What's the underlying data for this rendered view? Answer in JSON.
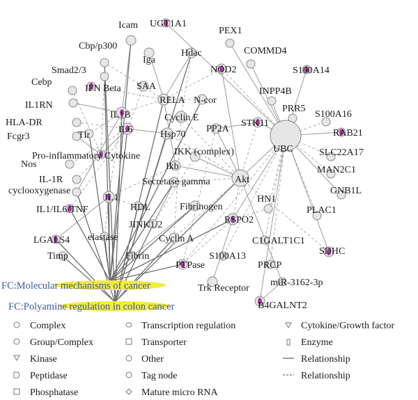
{
  "nodes": [
    {
      "id": "icam",
      "label": "Icam"
    },
    {
      "id": "ugt1a1",
      "label": "UGT1A1"
    },
    {
      "id": "pex1",
      "label": "PEX1"
    },
    {
      "id": "cbp",
      "label": "Cbp/p300"
    },
    {
      "id": "hdac",
      "label": "Hdac"
    },
    {
      "id": "commd4",
      "label": "COMMD4"
    },
    {
      "id": "iga",
      "label": "Iga"
    },
    {
      "id": "smad",
      "label": "Smad2/3"
    },
    {
      "id": "nod2",
      "label": "NOD2"
    },
    {
      "id": "s100a14",
      "label": "S100A14"
    },
    {
      "id": "cebp",
      "label": "Cebp"
    },
    {
      "id": "ifnb",
      "label": "IFN Beta"
    },
    {
      "id": "saa",
      "label": "SAA"
    },
    {
      "id": "inpp4b",
      "label": "INPP4B"
    },
    {
      "id": "il1rn",
      "label": "IL1RN"
    },
    {
      "id": "rela",
      "label": "RELA"
    },
    {
      "id": "ncor",
      "label": "N-cor"
    },
    {
      "id": "prr5",
      "label": "PRR5"
    },
    {
      "id": "s100a16",
      "label": "S100A16"
    },
    {
      "id": "il1b",
      "label": "IL1B"
    },
    {
      "id": "hladr",
      "label": "HLA-DR"
    },
    {
      "id": "cycline",
      "label": "Cyclin E"
    },
    {
      "id": "stk11",
      "label": "STK11"
    },
    {
      "id": "rab21",
      "label": "RAB21"
    },
    {
      "id": "fcgr3",
      "label": "Fcgr3"
    },
    {
      "id": "tlr",
      "label": "Tlr"
    },
    {
      "id": "il6",
      "label": "IL6"
    },
    {
      "id": "hsp70",
      "label": "Hsp70"
    },
    {
      "id": "pp2a",
      "label": "PP2A"
    },
    {
      "id": "ubc",
      "label": "UBC"
    },
    {
      "id": "slc22a17",
      "label": "SLC22A17"
    },
    {
      "id": "proinf",
      "label": "Pro-inflammatory Cytokine"
    },
    {
      "id": "ikk",
      "label": "IKK (complex)"
    },
    {
      "id": "nos",
      "label": "Nos"
    },
    {
      "id": "ikb",
      "label": "Ikb"
    },
    {
      "id": "man2c1",
      "label": "MAN2C1"
    },
    {
      "id": "il1r",
      "label": "IL-1R"
    },
    {
      "id": "akt",
      "label": "Akt"
    },
    {
      "id": "secgam",
      "label": "Secretase gamma"
    },
    {
      "id": "cox",
      "label": "cyclooxygenase"
    },
    {
      "id": "gnb1l",
      "label": "GNB1L"
    },
    {
      "id": "il1",
      "label": "IL1"
    },
    {
      "id": "hn1",
      "label": "HN1"
    },
    {
      "id": "il1il6tnf",
      "label": "IL1/IL6/TNF"
    },
    {
      "id": "hdl",
      "label": "HDL"
    },
    {
      "id": "fibrinogen",
      "label": "Fibrinogen"
    },
    {
      "id": "plac1",
      "label": "PLAC1"
    },
    {
      "id": "jink",
      "label": "JINK1/2"
    },
    {
      "id": "rspo2",
      "label": "RSPO2"
    },
    {
      "id": "lgals4",
      "label": "LGALS4"
    },
    {
      "id": "elastase",
      "label": "elastase"
    },
    {
      "id": "cyclina",
      "label": "Cyclin A"
    },
    {
      "id": "c1galt1c1",
      "label": "C1GALT1C1"
    },
    {
      "id": "timp",
      "label": "Timp"
    },
    {
      "id": "fibrin",
      "label": "Fibrin"
    },
    {
      "id": "s100a13",
      "label": "S100A13"
    },
    {
      "id": "sdhc",
      "label": "SDHC"
    },
    {
      "id": "prcp",
      "label": "PRCP"
    },
    {
      "id": "ptpase",
      "label": "PTPase"
    },
    {
      "id": "mir",
      "label": "miR-3162-3p"
    },
    {
      "id": "trk",
      "label": "Trk Receptor"
    },
    {
      "id": "b4galnt2",
      "label": "B4GALNT2"
    }
  ],
  "highlighted": [
    "ugt1a1",
    "nod2",
    "s100a14",
    "ifnb",
    "il1b",
    "il6",
    "stk11",
    "rab21",
    "proinf",
    "il1",
    "il1il6tnf",
    "rspo2",
    "lgals4",
    "ptpase",
    "sdhc",
    "b4galnt2"
  ],
  "functions": [
    {
      "id": "fc1",
      "label": "FC:Molecular mechanisms of cancer"
    },
    {
      "id": "fc2",
      "label": "FC:Polyamine regulation in colon cancer"
    }
  ],
  "legend": {
    "col1": [
      "Complex",
      "Group/Complex",
      "Kinase",
      "Peptidase",
      "Phosphatase"
    ],
    "col2": [
      "Transcription regulation",
      "Transporter",
      "Other",
      "Tag node",
      "Mature micro RNA"
    ],
    "col3": [
      "Cytokine/Growth factor",
      "Enzyme",
      "Relationship",
      "Relationship"
    ],
    "col3_symbols": [
      "triangle",
      "enzyme",
      "solid-line",
      "dashed-line"
    ]
  },
  "colors": {
    "highlight": "#a33ba0",
    "function_oval": "#f2ec3c",
    "function_text": "#3a5a9e",
    "edge": "#9a9a9a"
  }
}
